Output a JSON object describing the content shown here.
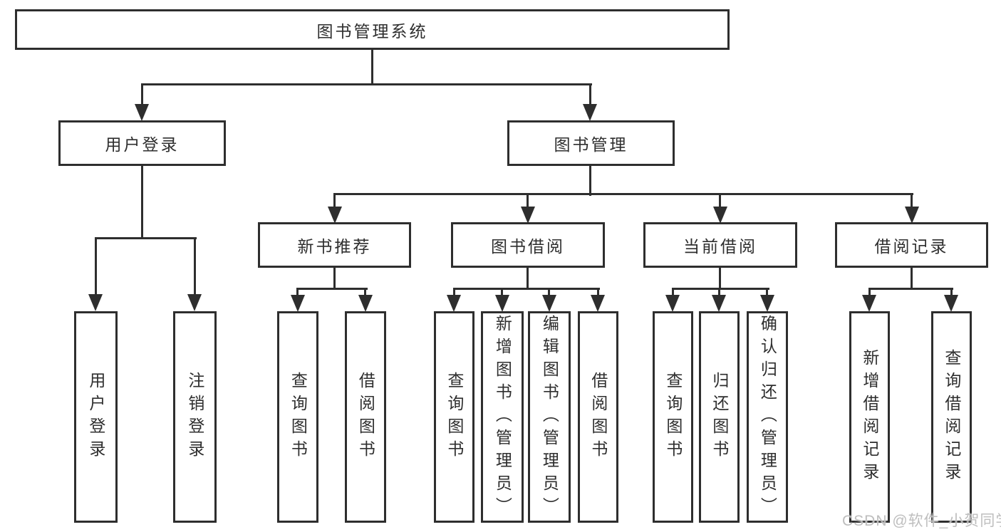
{
  "diagram": {
    "title": "图书管理系统",
    "root": {
      "label": "图书管理系统"
    },
    "level2": [
      {
        "label": "用户登录"
      },
      {
        "label": "图书管理"
      }
    ],
    "level3": [
      {
        "label": "新书推荐",
        "parent": "图书管理"
      },
      {
        "label": "图书借阅",
        "parent": "图书管理"
      },
      {
        "label": "当前借阅",
        "parent": "图书管理"
      },
      {
        "label": "借阅记录",
        "parent": "图书管理"
      }
    ],
    "leaves": [
      {
        "label": "用户登录",
        "parent": "用户登录"
      },
      {
        "label": "注销登录",
        "parent": "用户登录"
      },
      {
        "label": "查询图书",
        "parent": "新书推荐"
      },
      {
        "label": "借阅图书",
        "parent": "新书推荐"
      },
      {
        "label": "查询图书",
        "parent": "图书借阅"
      },
      {
        "label": "新增图书（管理员）",
        "parent": "图书借阅"
      },
      {
        "label": "编辑图书（管理员）",
        "parent": "图书借阅"
      },
      {
        "label": "借阅图书",
        "parent": "图书借阅"
      },
      {
        "label": "查询图书",
        "parent": "当前借阅"
      },
      {
        "label": "归还图书",
        "parent": "当前借阅"
      },
      {
        "label": "确认归还（管理员）",
        "parent": "当前借阅"
      },
      {
        "label": "新增借阅记录",
        "parent": "借阅记录"
      },
      {
        "label": "查询借阅记录",
        "parent": "借阅记录"
      }
    ],
    "watermark": "CSDN @软件_小贺同学",
    "colors": {
      "line": "#2e2e2e",
      "text": "#2e2e2e",
      "background": "#ffffff",
      "watermark": "#bababa"
    }
  }
}
